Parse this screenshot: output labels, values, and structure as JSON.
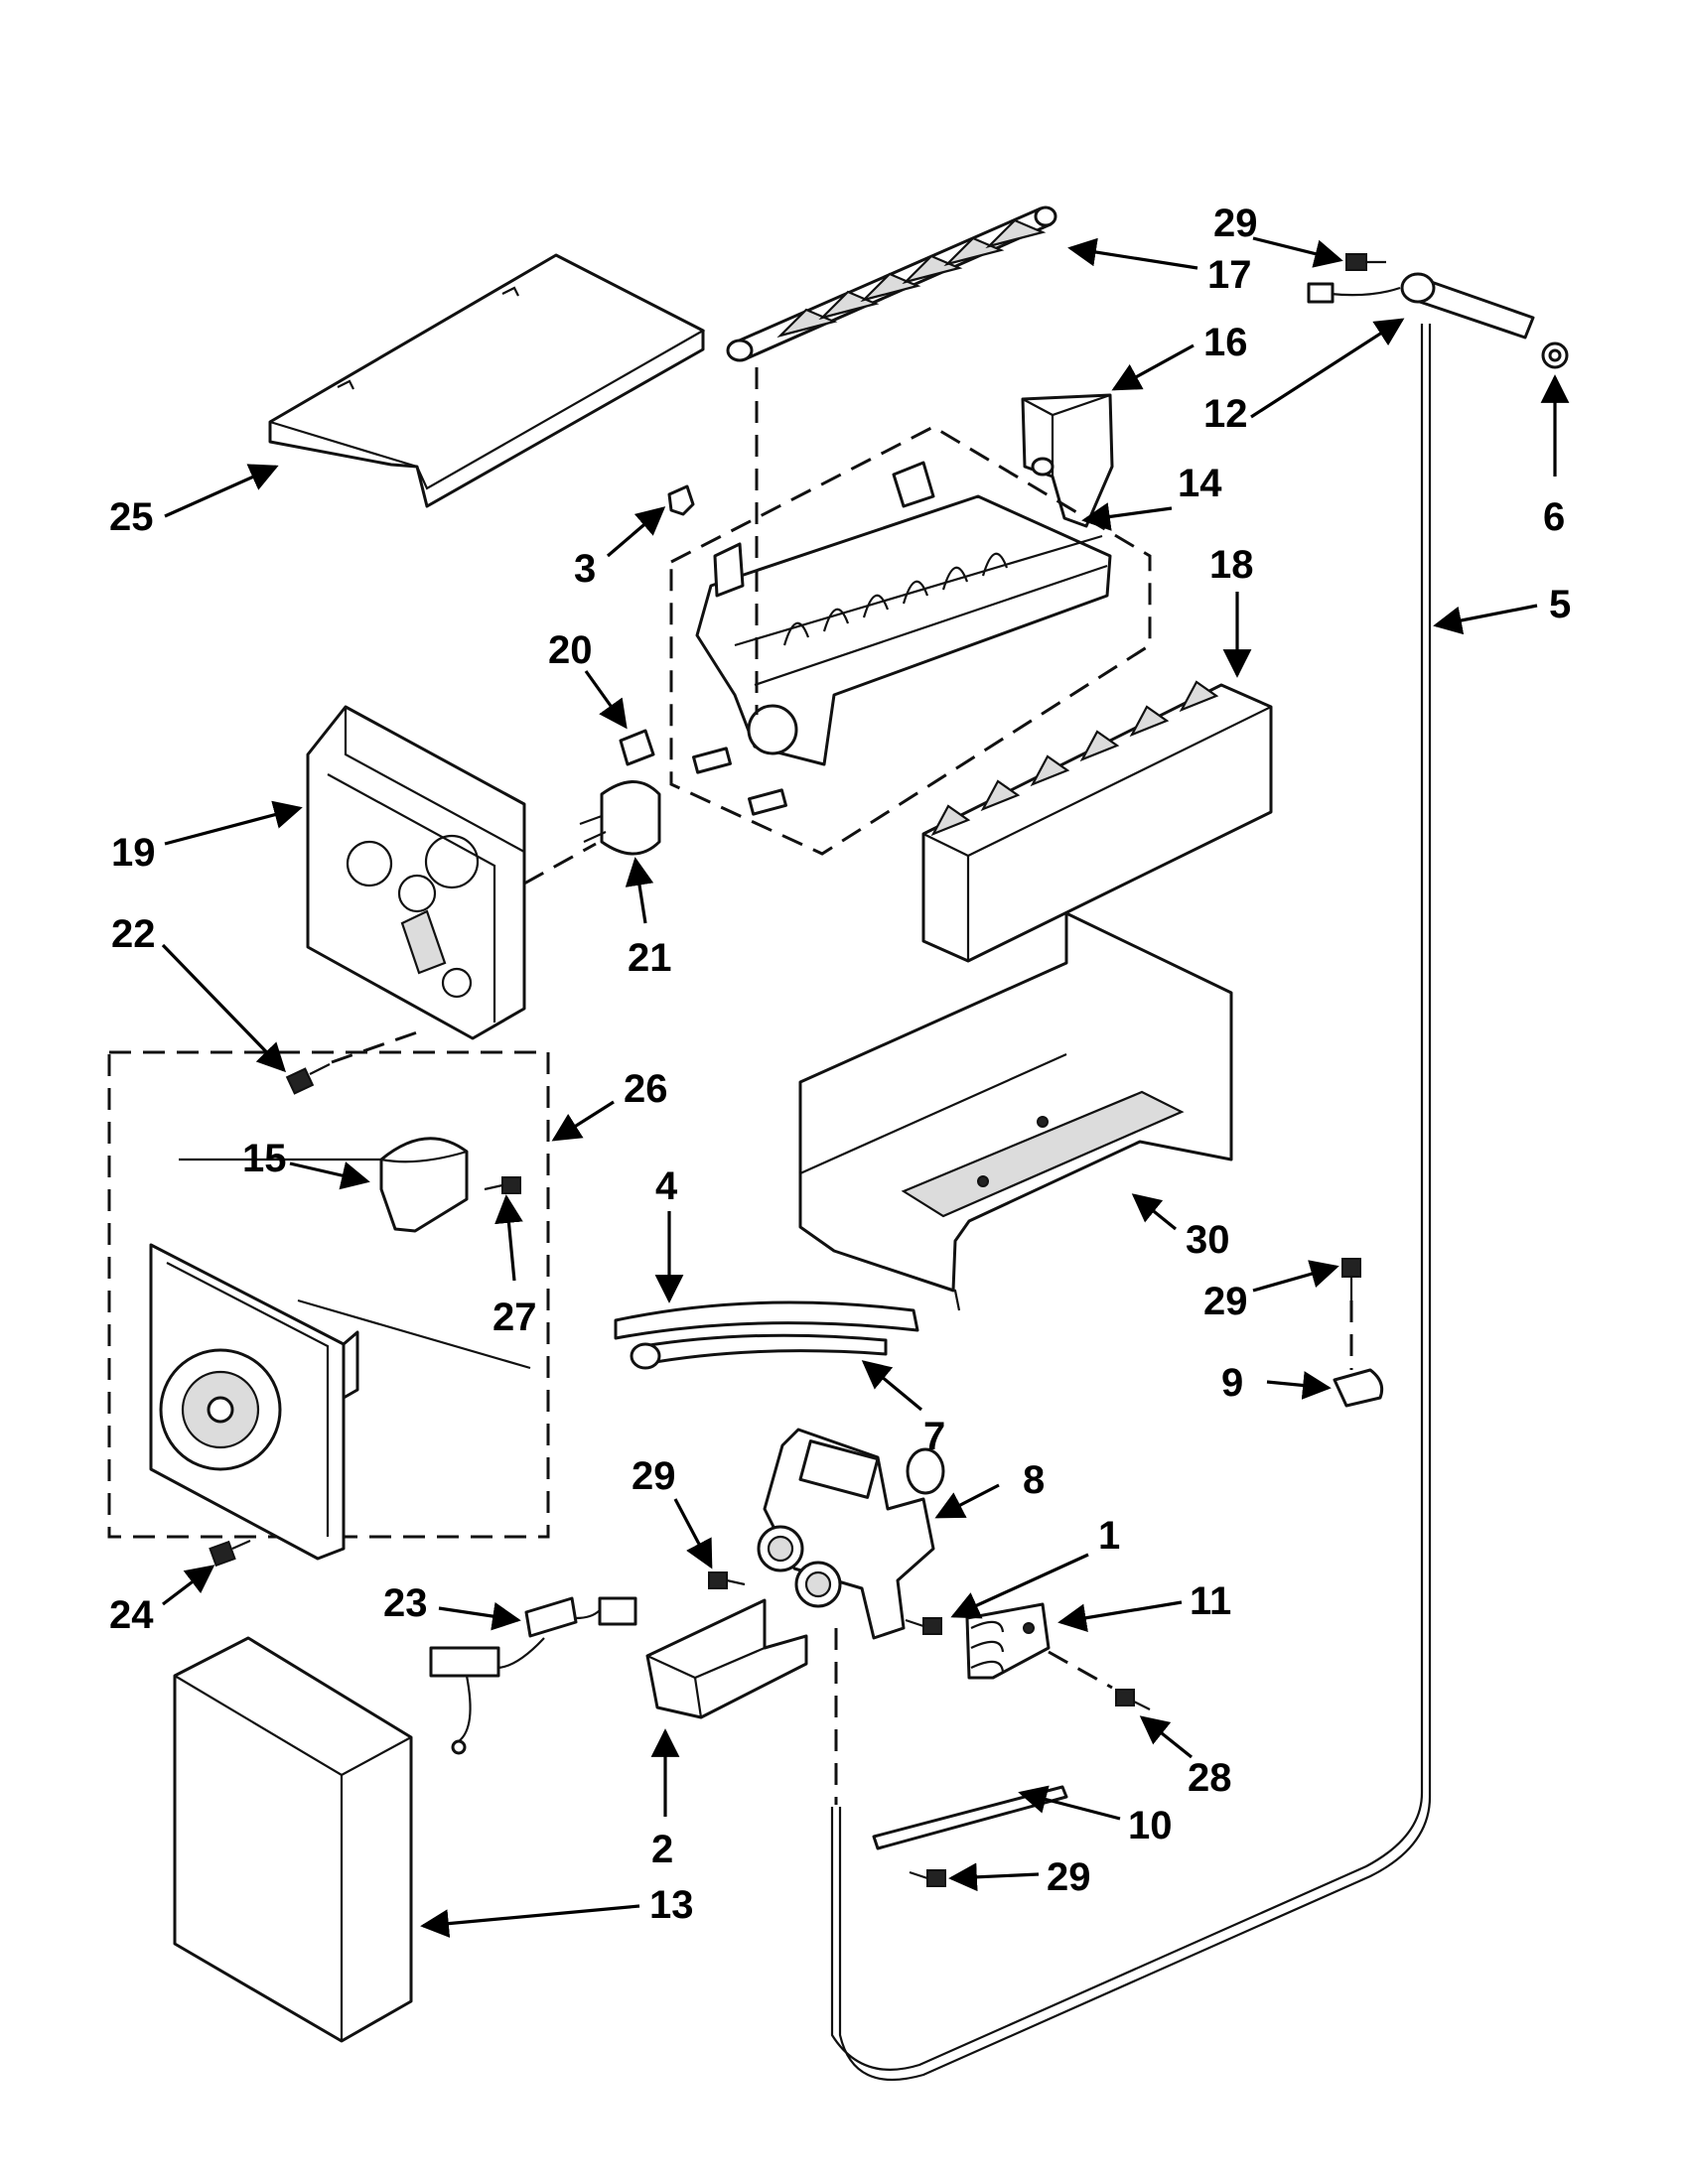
{
  "diagram": {
    "callouts": [
      {
        "id": "c29a",
        "label": "29"
      },
      {
        "id": "c17",
        "label": "17"
      },
      {
        "id": "c16",
        "label": "16"
      },
      {
        "id": "c12",
        "label": "12"
      },
      {
        "id": "c6",
        "label": "6"
      },
      {
        "id": "c25",
        "label": "25"
      },
      {
        "id": "c3",
        "label": "3"
      },
      {
        "id": "c14",
        "label": "14"
      },
      {
        "id": "c5",
        "label": "5"
      },
      {
        "id": "c18",
        "label": "18"
      },
      {
        "id": "c20",
        "label": "20"
      },
      {
        "id": "c19",
        "label": "19"
      },
      {
        "id": "c21",
        "label": "21"
      },
      {
        "id": "c22",
        "label": "22"
      },
      {
        "id": "c26",
        "label": "26"
      },
      {
        "id": "c15",
        "label": "15"
      },
      {
        "id": "c4",
        "label": "4"
      },
      {
        "id": "c30",
        "label": "30"
      },
      {
        "id": "c27",
        "label": "27"
      },
      {
        "id": "c29b",
        "label": "29"
      },
      {
        "id": "c9",
        "label": "9"
      },
      {
        "id": "c7",
        "label": "7"
      },
      {
        "id": "c29c",
        "label": "29"
      },
      {
        "id": "c8",
        "label": "8"
      },
      {
        "id": "c1",
        "label": "1"
      },
      {
        "id": "c11",
        "label": "11"
      },
      {
        "id": "c24",
        "label": "24"
      },
      {
        "id": "c23",
        "label": "23"
      },
      {
        "id": "c28",
        "label": "28"
      },
      {
        "id": "c10",
        "label": "10"
      },
      {
        "id": "c2",
        "label": "2"
      },
      {
        "id": "c29d",
        "label": "29"
      },
      {
        "id": "c13",
        "label": "13"
      }
    ]
  }
}
